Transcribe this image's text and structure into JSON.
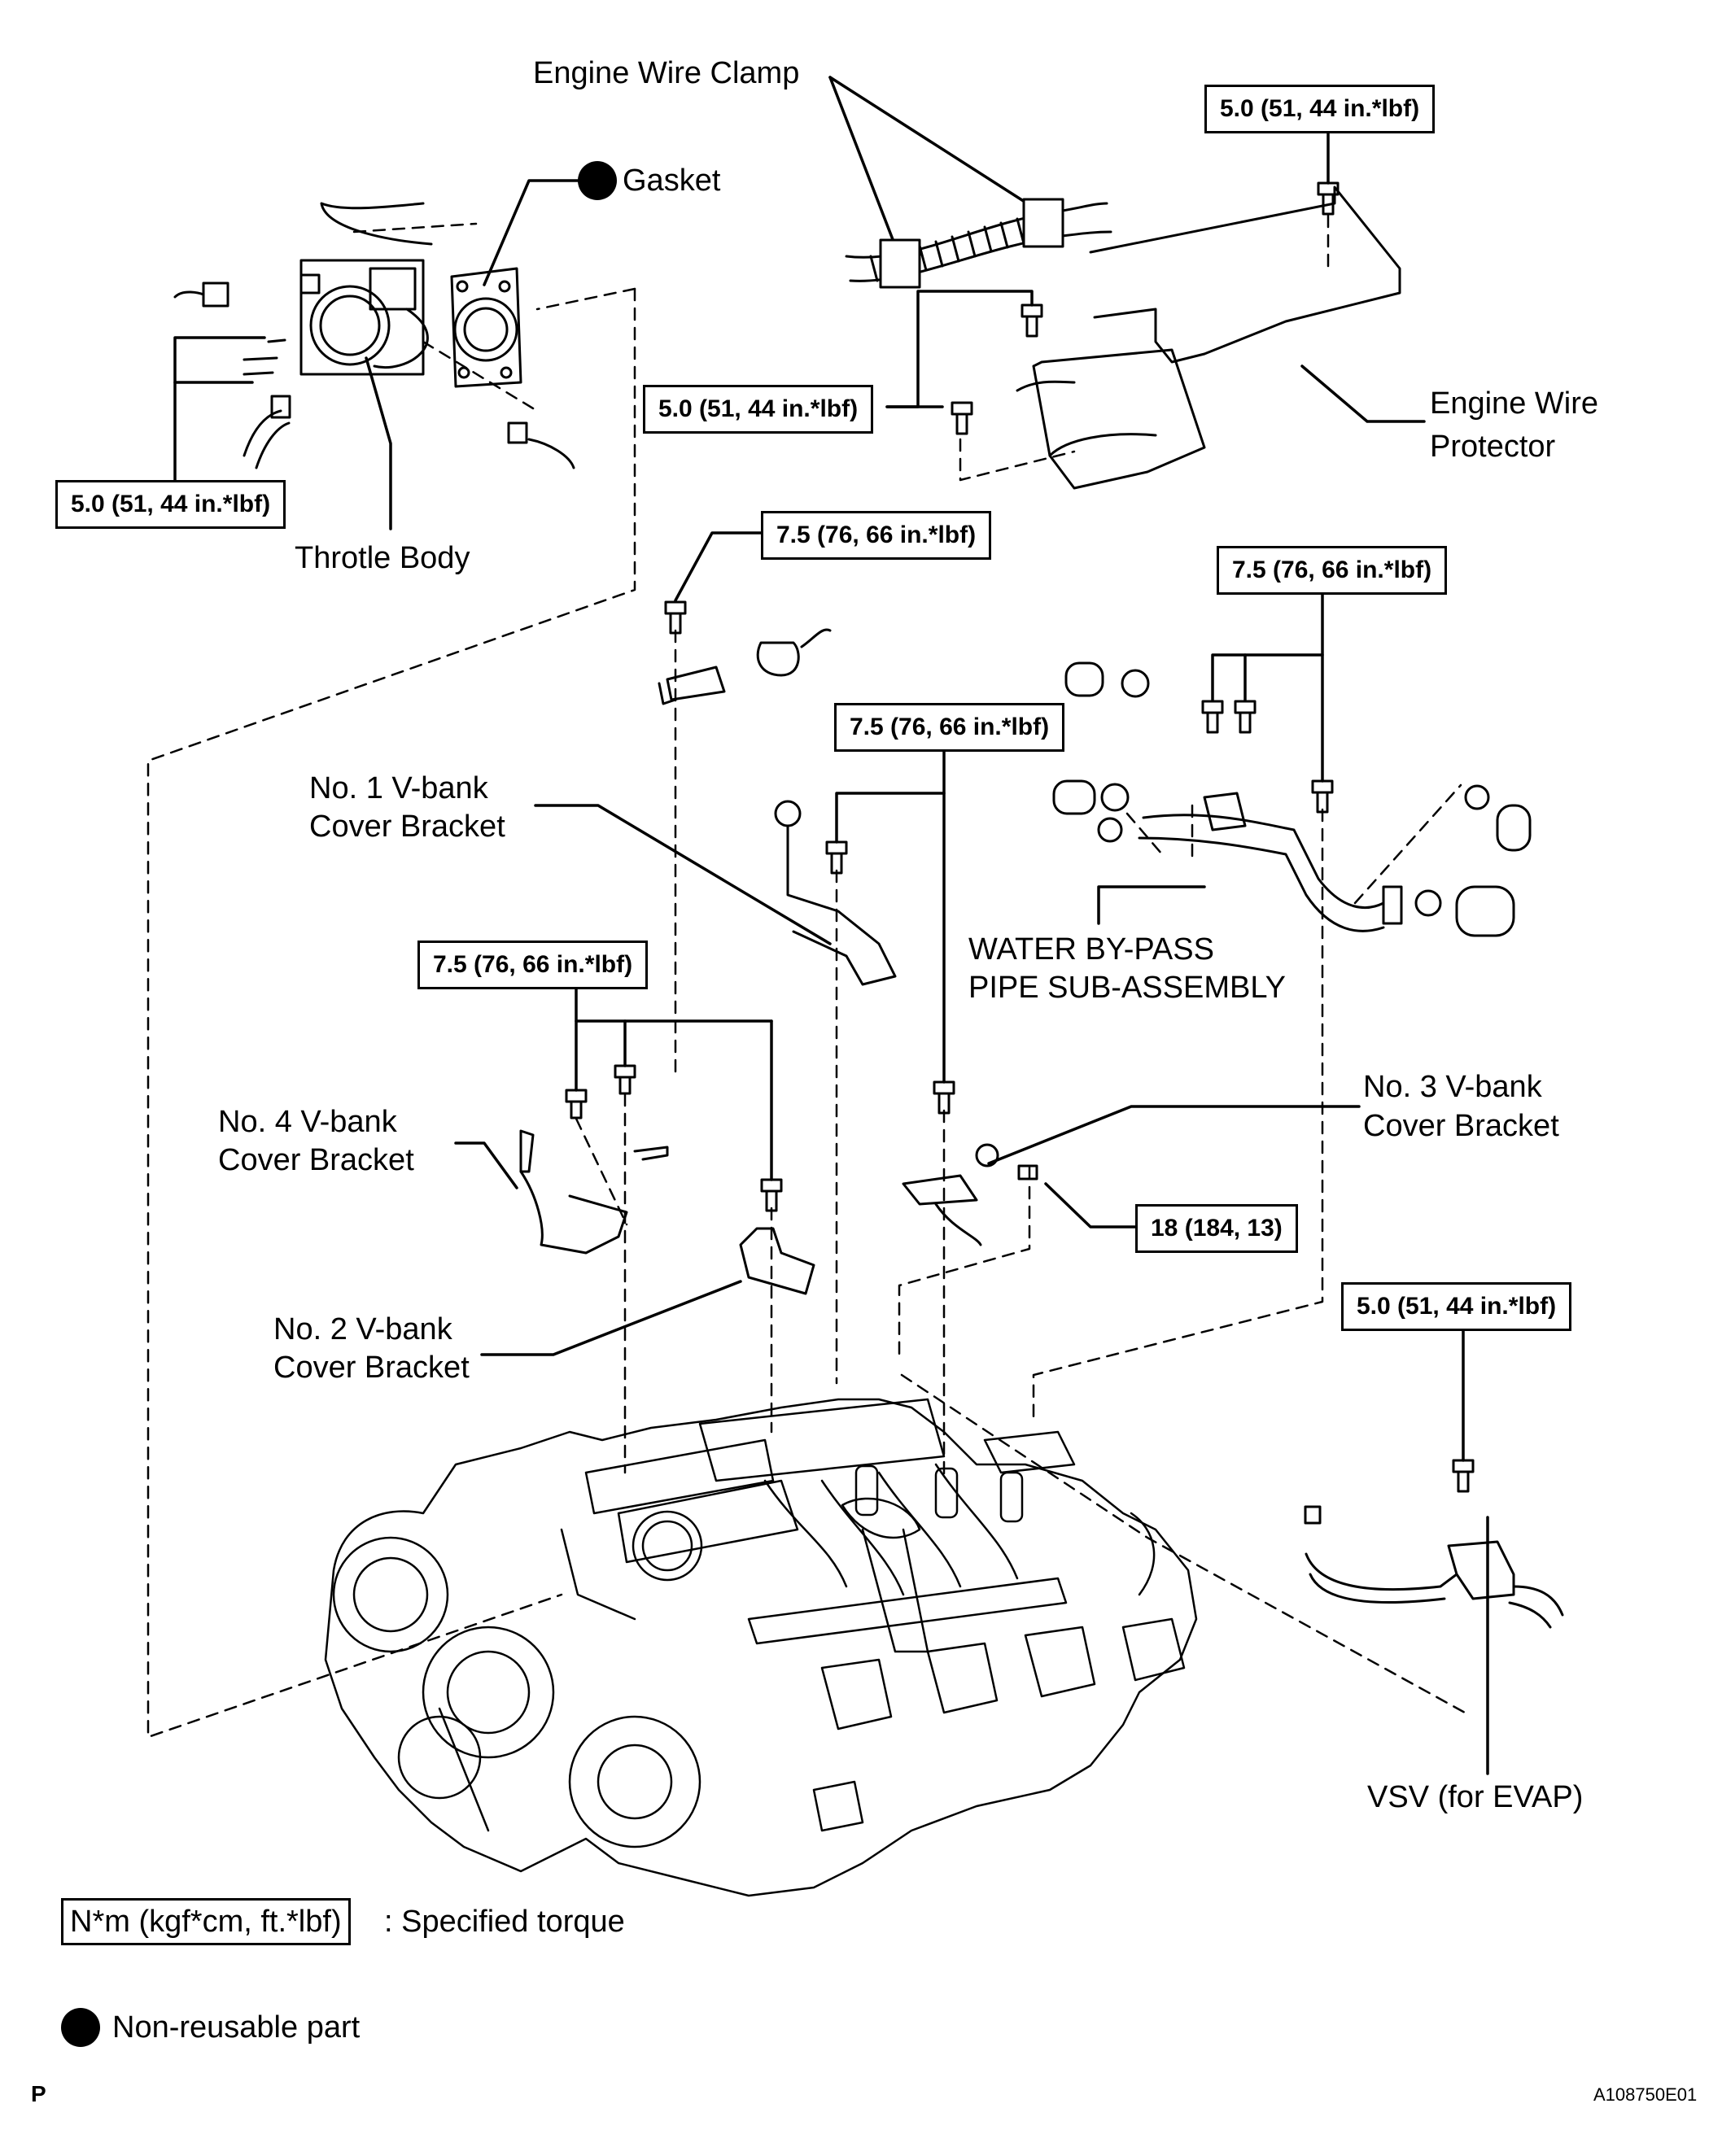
{
  "labels": {
    "engine_wire_clamp": "Engine Wire Clamp",
    "gasket": "Gasket",
    "throttle_body": "Throtle Body",
    "engine_wire_protector_l1": "Engine Wire",
    "engine_wire_protector_l2": "Protector",
    "v_bank_1_l1": "No. 1 V-bank",
    "v_bank_1_l2": "Cover Bracket",
    "v_bank_2_l1": "No. 2 V-bank",
    "v_bank_2_l2": "Cover Bracket",
    "v_bank_3_l1": "No. 3 V-bank",
    "v_bank_3_l2": "Cover Bracket",
    "v_bank_4_l1": "No. 4 V-bank",
    "v_bank_4_l2": "Cover Bracket",
    "water_bypass_l1": "WATER BY-PASS",
    "water_bypass_l2": "PIPE SUB-ASSEMBLY",
    "vsv": "VSV (for EVAP)"
  },
  "torques": {
    "t_5_0": "5.0 (51, 44 in.*lbf)",
    "t_7_5": "7.5 (76, 66 in.*lbf)",
    "t_18": "18 (184, 13)"
  },
  "legend": {
    "torque_box": "N*m (kgf*cm, ft.*lbf)",
    "torque_text": ": Specified torque",
    "nonreusable_text": "Non-reusable part"
  },
  "footer": {
    "left_code": "P",
    "figure_id": "A108750E01"
  }
}
